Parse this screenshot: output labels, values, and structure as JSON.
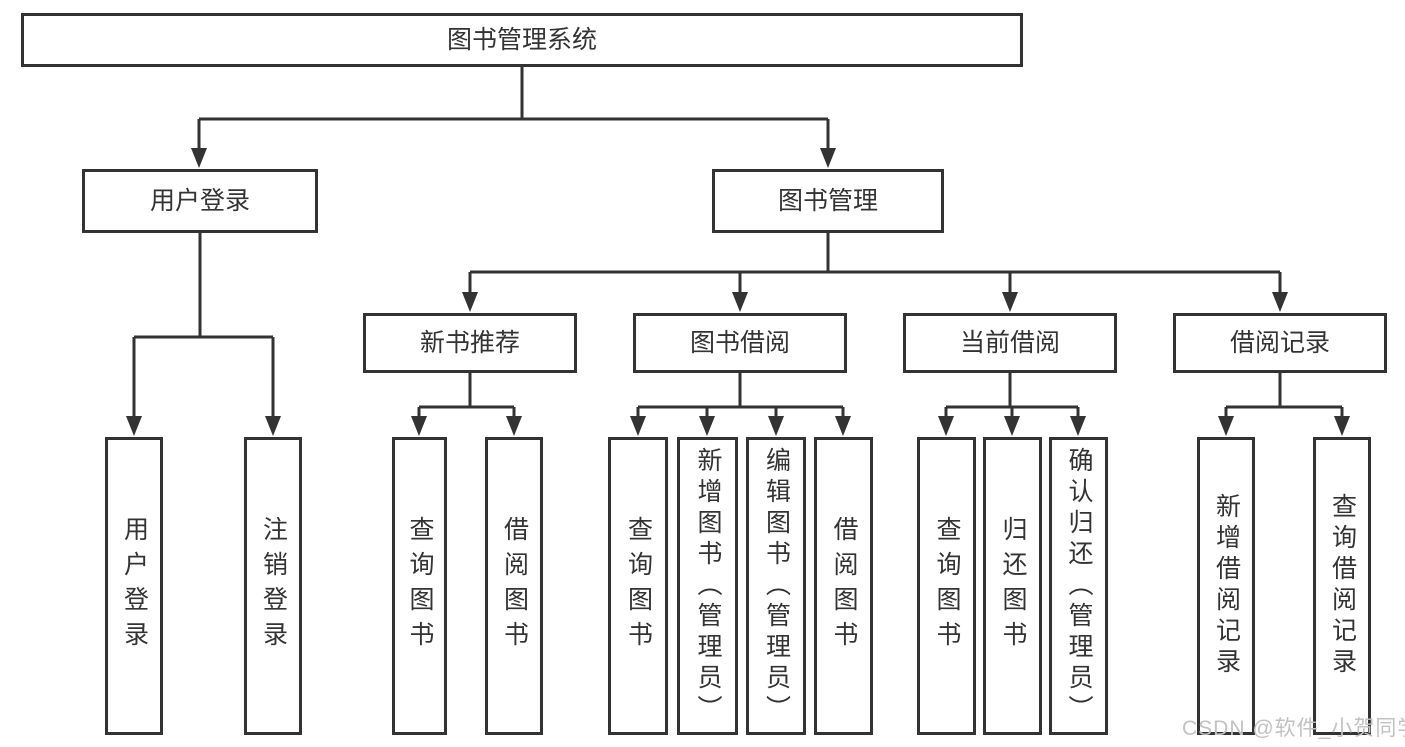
{
  "diagram": {
    "root": "图书管理系统",
    "level2": [
      "用户登录",
      "图书管理"
    ],
    "level3": [
      "新书推荐",
      "图书借阅",
      "当前借阅",
      "借阅记录"
    ],
    "leaves": {
      "user_login": [
        "用户登录",
        "注销登录"
      ],
      "new_books": [
        "查询图书",
        "借阅图书"
      ],
      "book_borrow": [
        "查询图书",
        "新增图书（管理员）",
        "编辑图书（管理员）",
        "借阅图书"
      ],
      "current_borrow": [
        "查询图书",
        "归还图书",
        "确认归还（管理员）"
      ],
      "borrow_records": [
        "新增借阅记录",
        "查询借阅记录"
      ]
    }
  },
  "watermark": {
    "text": "CSDN @软件_小贺同学"
  },
  "colors": {
    "line": "#333333",
    "box_border": "#333333",
    "text": "#333333",
    "watermark": "#c2c2c2",
    "background": "#ffffff"
  }
}
